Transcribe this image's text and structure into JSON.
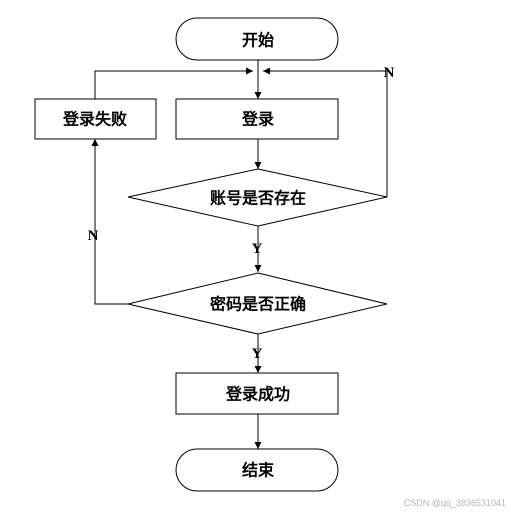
{
  "colors": {
    "stroke": "#000000",
    "background": "#ffffff",
    "watermark": "#b4b4b4"
  },
  "nodes": {
    "start": "开始",
    "login": "登录",
    "login_fail": "登录失败",
    "account_exists": "账号是否存在",
    "password_correct": "密码是否正确",
    "login_success": "登录成功",
    "end": "结束"
  },
  "edge_labels": {
    "account_no": "N",
    "account_yes": "Y",
    "password_no": "N",
    "password_yes": "Y"
  },
  "watermark": "CSDN @qq_3836531041"
}
